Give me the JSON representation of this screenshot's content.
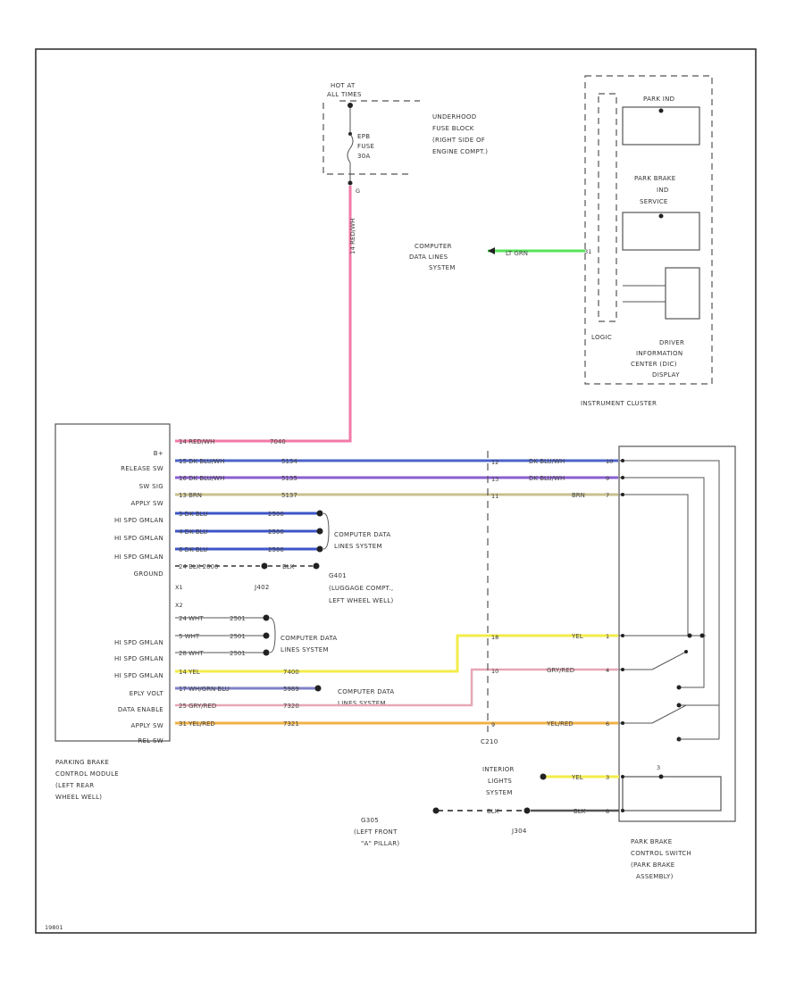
{
  "diagram": {
    "fuse": {
      "hot_at": "HOT AT",
      "all_times": "ALL TIMES",
      "fuse_name": "EPB",
      "fuse_label": "FUSE",
      "fuse_rating": "30A",
      "pin": "G"
    },
    "underhood_block": [
      "UNDERHOOD",
      "FUSE BLOCK",
      "(RIGHT SIDE OF",
      "ENGINE COMPT.)"
    ],
    "instrument_cluster": {
      "title": "INSTRUMENT CLUSTER",
      "park_ind": "PARK IND",
      "park_brake_svc": [
        "PARK BRAKE",
        "IND",
        "SERVICE"
      ],
      "logic": "LOGIC",
      "dic": [
        "DRIVER",
        "INFORMATION",
        "CENTER (DIC)",
        "DISPLAY"
      ],
      "pin": "31"
    },
    "cluster_data": {
      "label": [
        "COMPUTER",
        "DATA LINES",
        "SYSTEM"
      ],
      "wire": "LT GRN"
    },
    "module": {
      "title": [
        "PARKING BRAKE",
        "CONTROL MODULE",
        "(LEFT REAR",
        "WHEEL WELL)"
      ],
      "pins_top": [
        "B+",
        "RELEASE SW",
        "SW SIG",
        "APPLY SW",
        "HI SPD GMLAN",
        "HI SPD GMLAN",
        "HI SPD GMLAN",
        "GROUND"
      ],
      "connector_top": "X1",
      "connector_bottom": "X2",
      "pins_bottom": [
        "HI SPD GMLAN",
        "HI SPD GMLAN",
        "HI SPD GMLAN",
        "EPLY VOLT",
        "DATA ENABLE",
        "APPLY SW",
        "REL SW"
      ]
    },
    "wires_top": [
      {
        "left": "14 RED/WH",
        "circ": "7040"
      },
      {
        "left": "15 DK BLU/WH",
        "circ": "5134"
      },
      {
        "left": "16 DK BLU/WH",
        "circ": "5135"
      },
      {
        "left": "13 BRN",
        "circ": "5137"
      },
      {
        "left": "3 DK BLU",
        "circ": "2500"
      },
      {
        "left": "4 DK BLU",
        "circ": "2500"
      },
      {
        "left": "6 DK BLU",
        "circ": "2500"
      },
      {
        "left": "24 BLK 2000",
        "circ": "BLK"
      }
    ],
    "wires_bottom": [
      {
        "left": "24 WHT",
        "circ": "2501"
      },
      {
        "left": "5 WHT",
        "circ": "2501"
      },
      {
        "left": "28 WHT",
        "circ": "2501"
      },
      {
        "left": "14 YEL",
        "circ": "7400"
      },
      {
        "left": "17 WH/GRN BLU",
        "circ": "5989"
      },
      {
        "left": "25 GRY/RED",
        "circ": "7320"
      },
      {
        "left": "31 YEL/RED",
        "circ": "7321"
      }
    ],
    "data_lines_a": [
      "COMPUTER DATA",
      "LINES SYSTEM"
    ],
    "ground_g401": [
      "G401",
      "(LUGGAGE COMPT.,",
      "LEFT WHEEL WELL)"
    ],
    "splice_j402": "J402",
    "data_lines_b": [
      "COMPUTER DATA",
      "LINES SYSTEM"
    ],
    "data_lines_c": [
      "COMPUTER DATA",
      "LINES SYSTEM"
    ],
    "connector_c210": "C210",
    "c210_pins": [
      "12",
      "13",
      "11",
      "18",
      "10",
      "9"
    ],
    "switch_wires": [
      {
        "label": "DK BLU/WH",
        "pin": "10"
      },
      {
        "label": "DK BLU/WH",
        "pin": "9"
      },
      {
        "label": "BRN",
        "pin": "7"
      },
      {
        "label": "YEL",
        "pin": "1"
      },
      {
        "label": "GRY/RED",
        "pin": "4"
      },
      {
        "label": "YEL/RED",
        "pin": "6"
      }
    ],
    "interior_lights": {
      "label": [
        "INTERIOR",
        "LIGHTS",
        "SYSTEM"
      ],
      "wire": "YEL",
      "pin": "3"
    },
    "ground_g305": [
      "G305",
      "(LEFT FRONT",
      "\"A\" PILLAR)"
    ],
    "splice_j304": "J304",
    "ground_wire": {
      "left": "BLK",
      "right": "BLK",
      "pin": "8"
    },
    "switch_title": [
      "PARK BRAKE",
      "CONTROL SWITCH",
      "(PARK BRAKE",
      "ASSEMBLY)"
    ],
    "footer_code": "19801"
  },
  "colors": {
    "red_wh": "#f27aa6",
    "dk_blu_a": "#4b63c9",
    "dk_blu_b": "#8a5fd0",
    "brn": "#c9c08e",
    "dk_blu_c": "#3d55c8",
    "yel": "#f3ec4a",
    "gry_red": "#e7a7b4",
    "yel_red": "#f0b245",
    "lt_grn": "#56e35a"
  }
}
